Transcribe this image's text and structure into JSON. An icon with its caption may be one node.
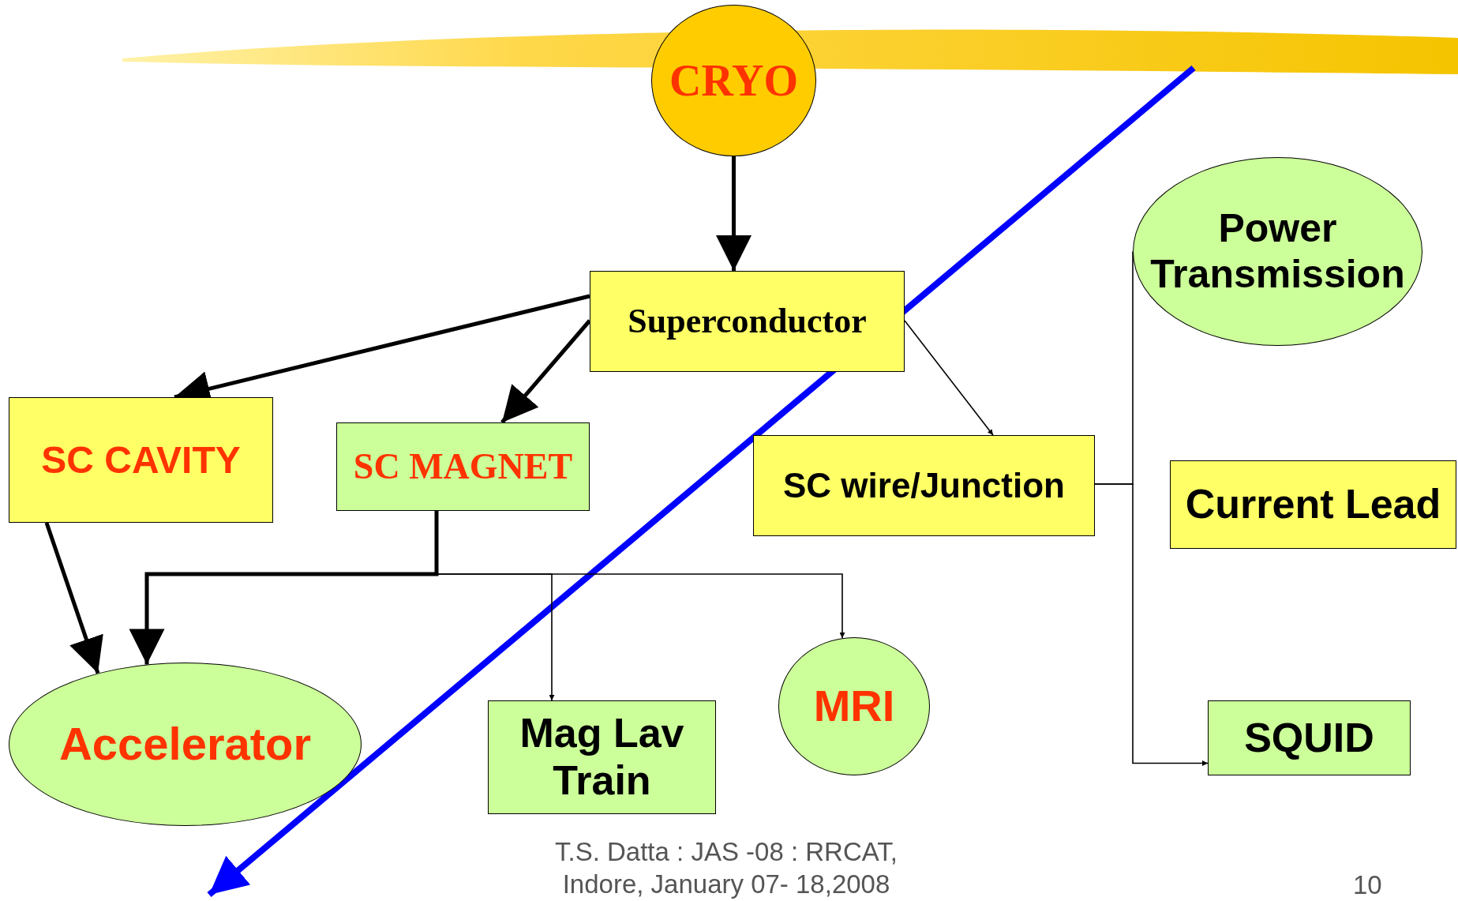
{
  "diagram": {
    "nodes": [
      {
        "text": [
          "CRYO"
        ]
      },
      {
        "text": [
          "Superconductor"
        ]
      },
      {
        "text": [
          "SC CAVITY"
        ]
      },
      {
        "text": [
          "SC MAGNET"
        ]
      },
      {
        "text": [
          "SC wire/Junction"
        ]
      },
      {
        "text": [
          "Power Transmission"
        ]
      },
      {
        "text": [
          "Current Lead"
        ]
      },
      {
        "text": [
          "Accelerator"
        ]
      },
      {
        "text": [
          "Mag Lav Train"
        ]
      },
      {
        "text": [
          "MRI"
        ]
      },
      {
        "text": [
          "SQUID"
        ]
      }
    ],
    "edges": [
      {
        "from": 0,
        "to": 1,
        "arrow": "to",
        "style": "thick"
      },
      {
        "from": 1,
        "to": 2,
        "arrow": "to",
        "style": "thick"
      },
      {
        "from": 1,
        "to": 3,
        "arrow": "to",
        "style": "thick"
      },
      {
        "from": 1,
        "to": 4,
        "arrow": "to"
      },
      {
        "from": 2,
        "to": 7,
        "arrow": "to",
        "style": "thick"
      },
      {
        "from": 3,
        "to": 7,
        "arrow": "to",
        "style": "thick"
      },
      {
        "from": 3,
        "to": 8,
        "arrow": "to"
      },
      {
        "from": 3,
        "to": 9,
        "arrow": "to"
      },
      {
        "from": 4,
        "to": 5,
        "arrow": "none"
      },
      {
        "from": 4,
        "to": 10,
        "arrow": "to"
      }
    ],
    "labels": [
      "T.S. Datta : JAS -08 : RRCAT, Indore, January 07- 18,2008",
      "10"
    ]
  }
}
